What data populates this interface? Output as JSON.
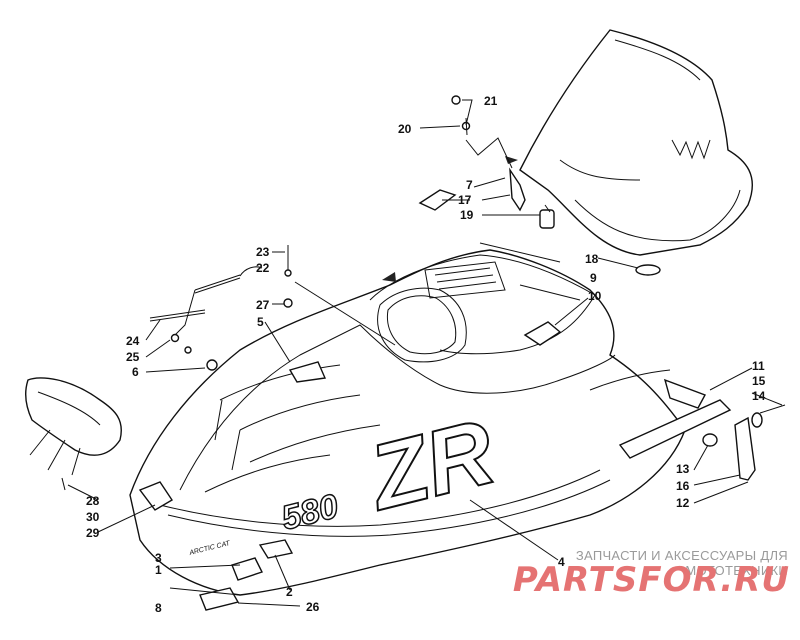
{
  "diagram": {
    "callouts": [
      {
        "id": "c1",
        "text": "1"
      },
      {
        "id": "c2",
        "text": "2"
      },
      {
        "id": "c3",
        "text": "3"
      },
      {
        "id": "c4",
        "text": "4"
      },
      {
        "id": "c5",
        "text": "5"
      },
      {
        "id": "c6",
        "text": "6"
      },
      {
        "id": "c7",
        "text": "7"
      },
      {
        "id": "c8",
        "text": "8"
      },
      {
        "id": "c9",
        "text": "9"
      },
      {
        "id": "c10",
        "text": "10"
      },
      {
        "id": "c11",
        "text": "11"
      },
      {
        "id": "c12",
        "text": "12"
      },
      {
        "id": "c13",
        "text": "13"
      },
      {
        "id": "c14",
        "text": "14"
      },
      {
        "id": "c15",
        "text": "15"
      },
      {
        "id": "c16",
        "text": "16"
      },
      {
        "id": "c17",
        "text": "17"
      },
      {
        "id": "c18",
        "text": "18"
      },
      {
        "id": "c19",
        "text": "19"
      },
      {
        "id": "c20",
        "text": "20"
      },
      {
        "id": "c21",
        "text": "21"
      },
      {
        "id": "c22",
        "text": "22"
      },
      {
        "id": "c23",
        "text": "23"
      },
      {
        "id": "c24",
        "text": "24"
      },
      {
        "id": "c25",
        "text": "25"
      },
      {
        "id": "c26",
        "text": "26"
      },
      {
        "id": "c27",
        "text": "27"
      },
      {
        "id": "c28",
        "text": "28"
      },
      {
        "id": "c29",
        "text": "29"
      },
      {
        "id": "c30",
        "text": "30"
      }
    ],
    "hood_decal_model": "580",
    "hood_decal_series": "ZR",
    "side_decal": "ARCTIC CAT"
  },
  "watermark": {
    "caption": "ЗАПЧАСТИ И АКСЕССУАРЫ ДЛЯ МОТОТЕХНИКИ",
    "logo": "PARTSFOR.RU",
    "logo_color": "#e57373",
    "caption_color": "#9a9a9a"
  }
}
